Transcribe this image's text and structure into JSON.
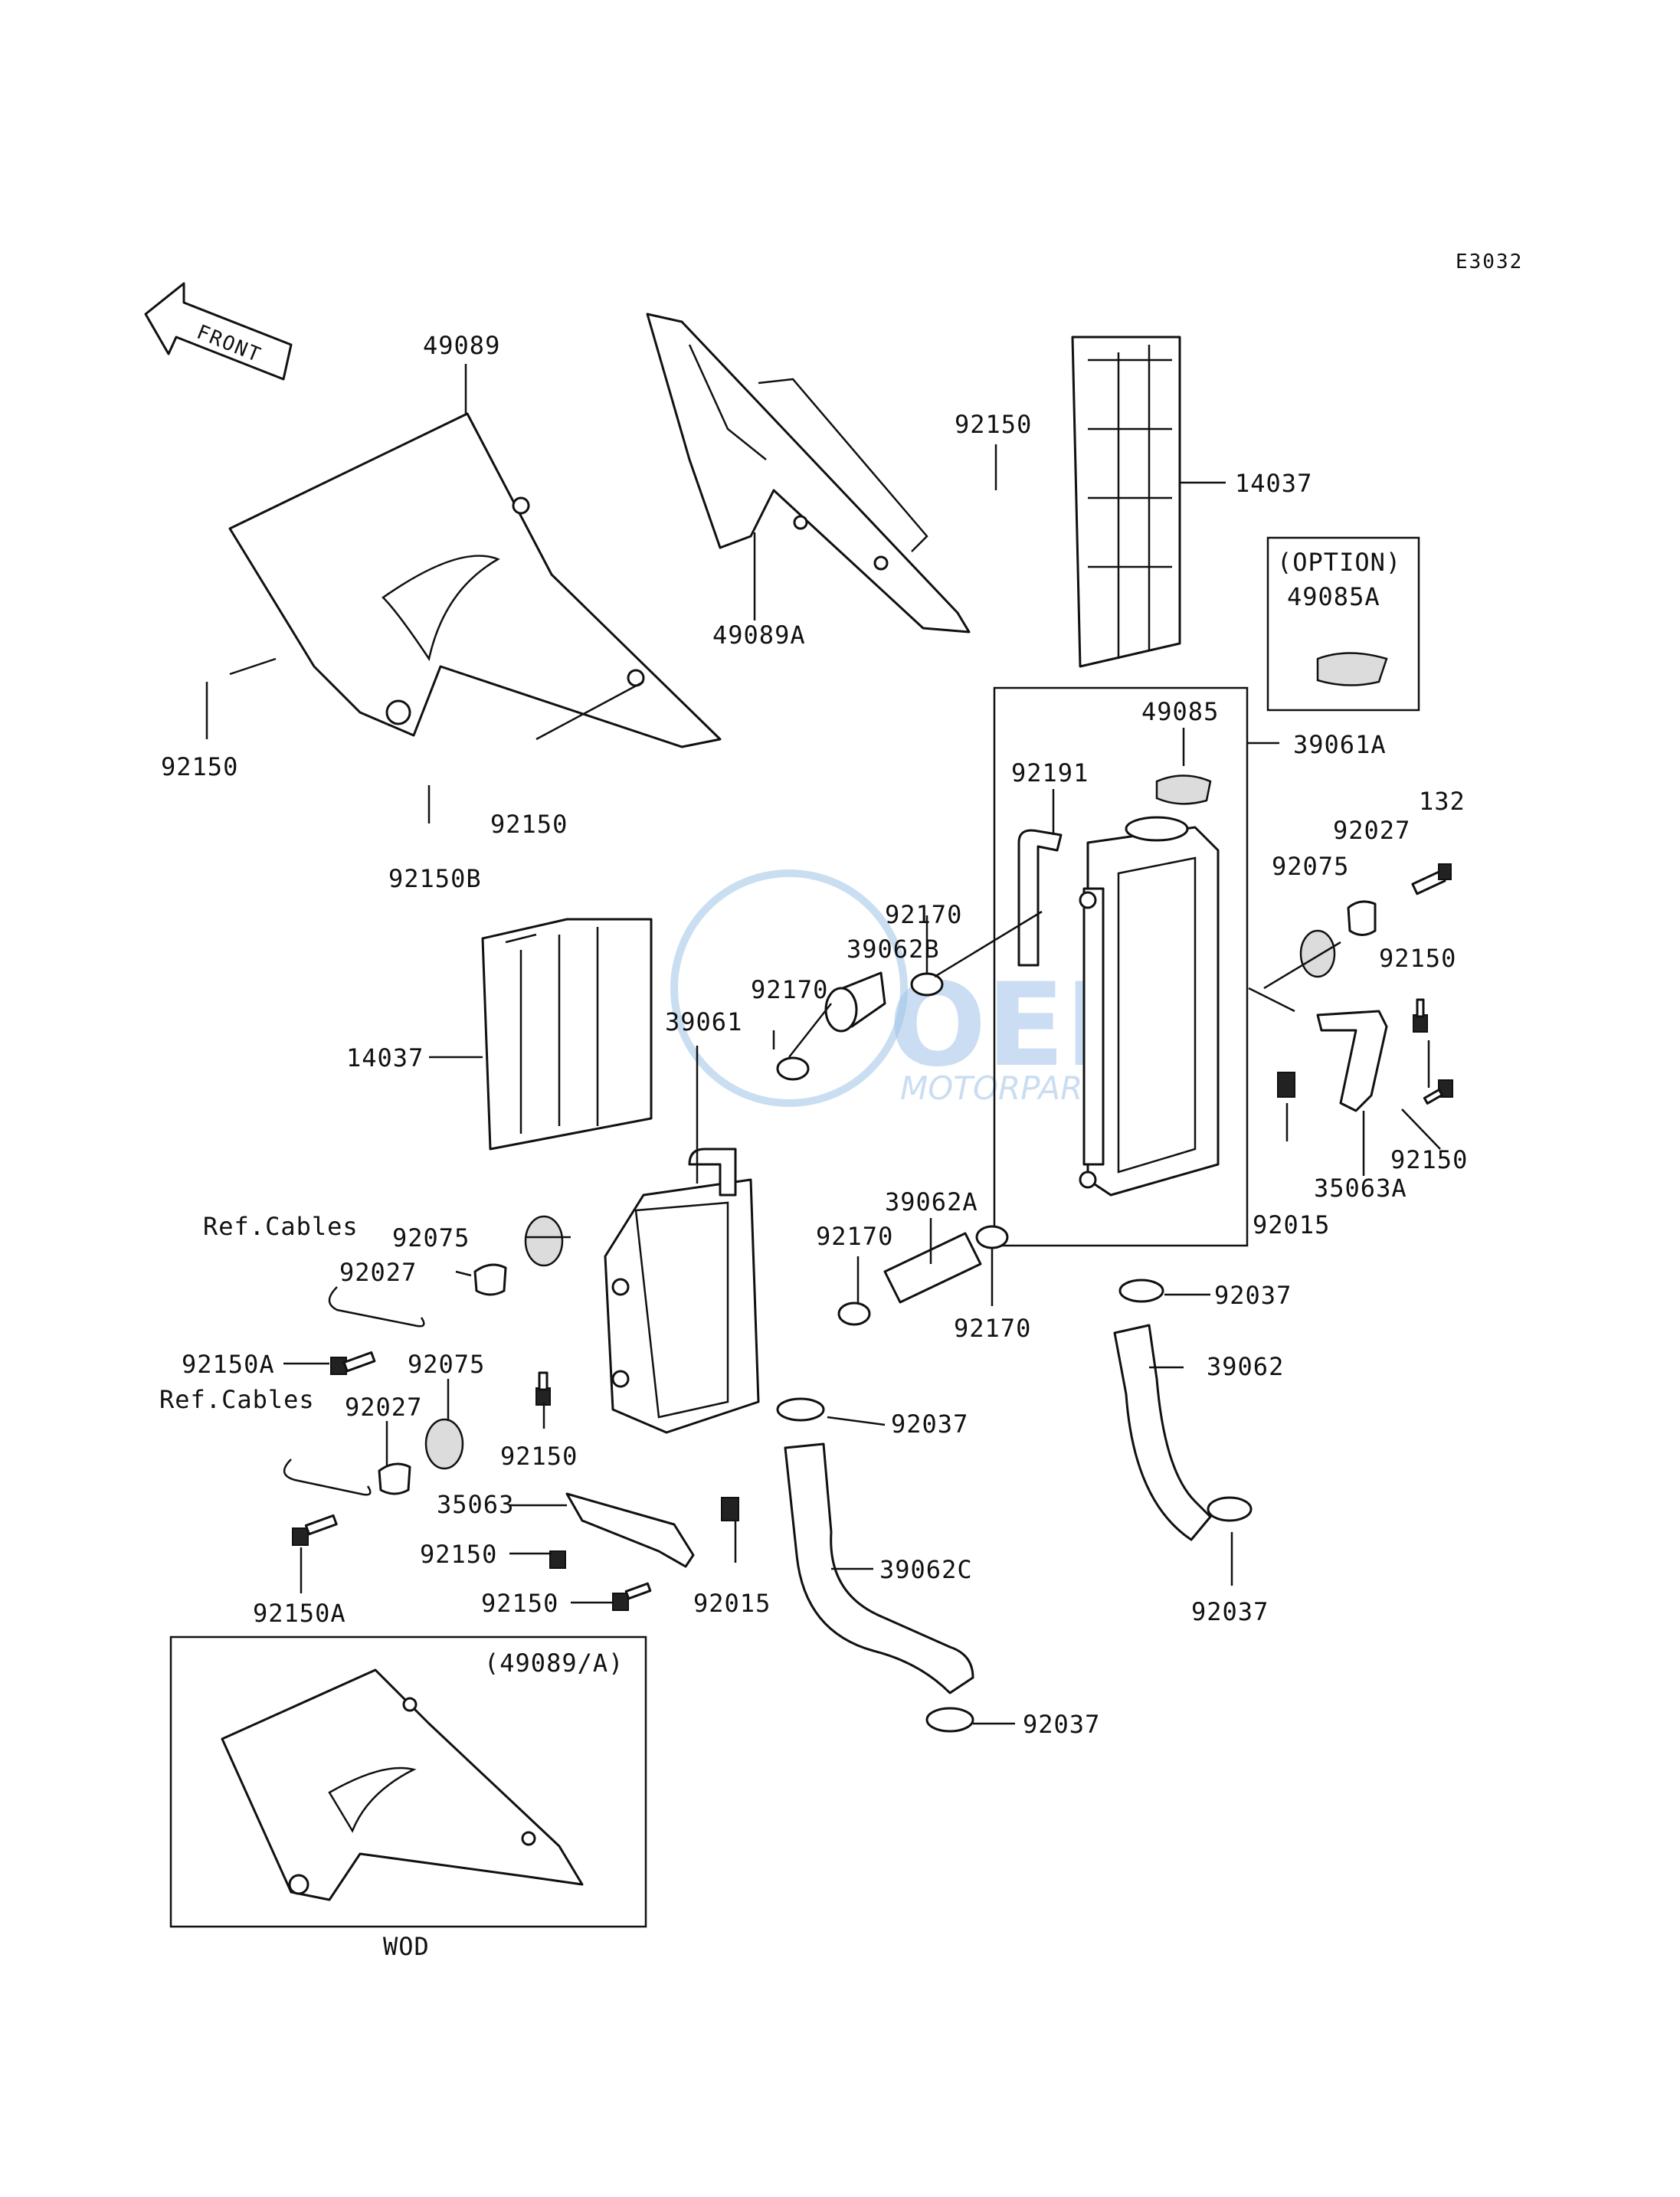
{
  "diagram_code": "E3032",
  "front_arrow_label": "FRONT",
  "watermark": {
    "brand": "OEM",
    "sub": "MOTORPARTS"
  },
  "option_box": {
    "title": "(OPTION)",
    "part": "49085A"
  },
  "variant_box": {
    "title": "(49089/A)",
    "caption": "WOD"
  },
  "labels": {
    "l49089": "49089",
    "l49089A": "49089A",
    "l92150_top": "92150",
    "l14037_top": "14037",
    "l92150_left": "92150",
    "l92150_mid": "92150",
    "l92150B": "92150B",
    "l49085": "49085",
    "l39061A": "39061A",
    "l92191": "92191",
    "l132": "132",
    "l92027_r": "92027",
    "l92075_r": "92075",
    "l92150_r1": "92150",
    "l92150_r2": "92150",
    "l35063A": "35063A",
    "l92015_r": "92015",
    "l92037_r1": "92037",
    "l39062": "39062",
    "l92037_r2": "92037",
    "l92170_a": "92170",
    "l39062B": "39062B",
    "l92170_b": "92170",
    "l39061": "39061",
    "l14037_left": "14037",
    "l39062A": "39062A",
    "l92170_c": "92170",
    "l92170_d": "92170",
    "lRefCables1": "Ref.Cables",
    "l92075_l1": "92075",
    "l92027_l1": "92027",
    "l92150A_1": "92150A",
    "l92075_l2": "92075",
    "lRefCables2": "Ref.Cables",
    "l92027_l2": "92027",
    "l92150_lm": "92150",
    "l92037_m": "92037",
    "l35063": "35063",
    "l92150_b1": "92150",
    "l92150_b2": "92150",
    "l92015_m": "92015",
    "l39062C": "39062C",
    "l92150A_2": "92150A",
    "l92037_b": "92037"
  }
}
